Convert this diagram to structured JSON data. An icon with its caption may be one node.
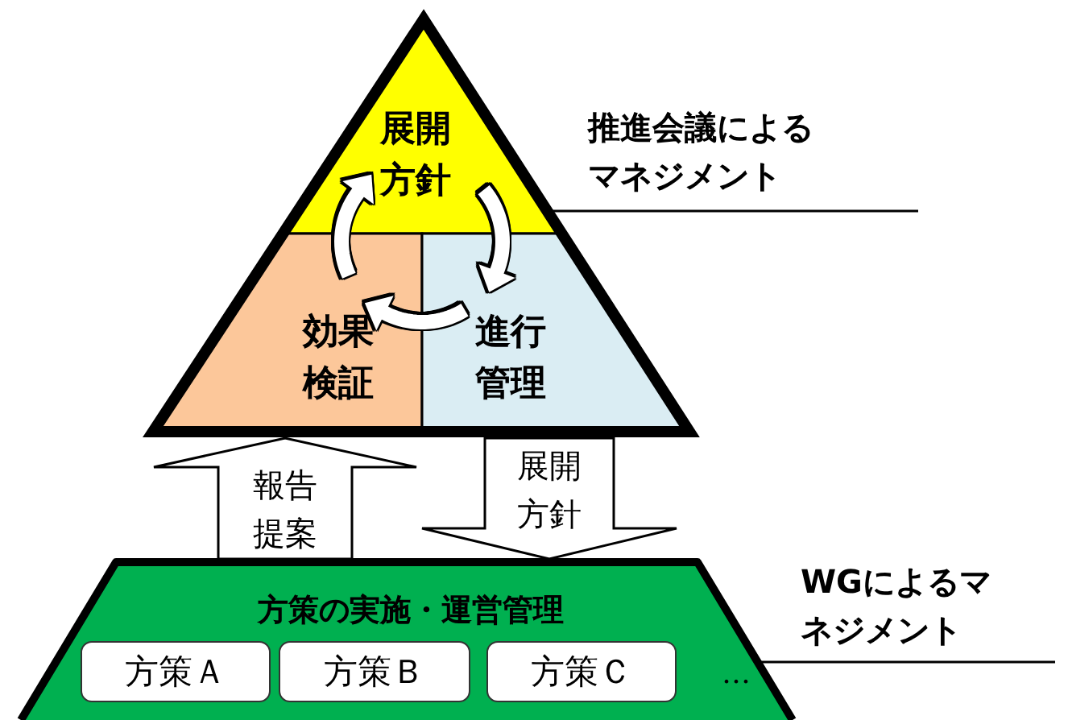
{
  "diagram": {
    "nodes": [
      {
        "text": [],
        "shape": "triangle",
        "beside": [
          "推進会議によるマネジメント"
        ]
      },
      {
        "text": [
          "展開方針"
        ],
        "in": 0
      },
      {
        "text": [
          "効果検証"
        ],
        "in": 0
      },
      {
        "text": [
          "進行管理"
        ],
        "in": 0
      },
      {
        "text": [
          "方策の実施・運営管理"
        ],
        "beside": [
          "WGによるマネジメント"
        ]
      },
      {
        "text": [
          "方策Ａ"
        ],
        "in": 4
      },
      {
        "text": [
          "方策Ｂ"
        ],
        "in": 4
      },
      {
        "text": [
          "方策Ｃ"
        ],
        "in": 4
      }
    ],
    "edges": [
      {
        "from": 1,
        "to": 3,
        "arrow": "to"
      },
      {
        "from": 3,
        "to": 2,
        "arrow": "to"
      },
      {
        "from": 2,
        "to": 1,
        "arrow": "to"
      },
      {
        "from": 4,
        "to": 0,
        "arrow": "to",
        "label": "報告提案"
      },
      {
        "from": 0,
        "to": 4,
        "arrow": "to",
        "label": "展開方針"
      }
    ],
    "labels": [
      "…"
    ]
  }
}
